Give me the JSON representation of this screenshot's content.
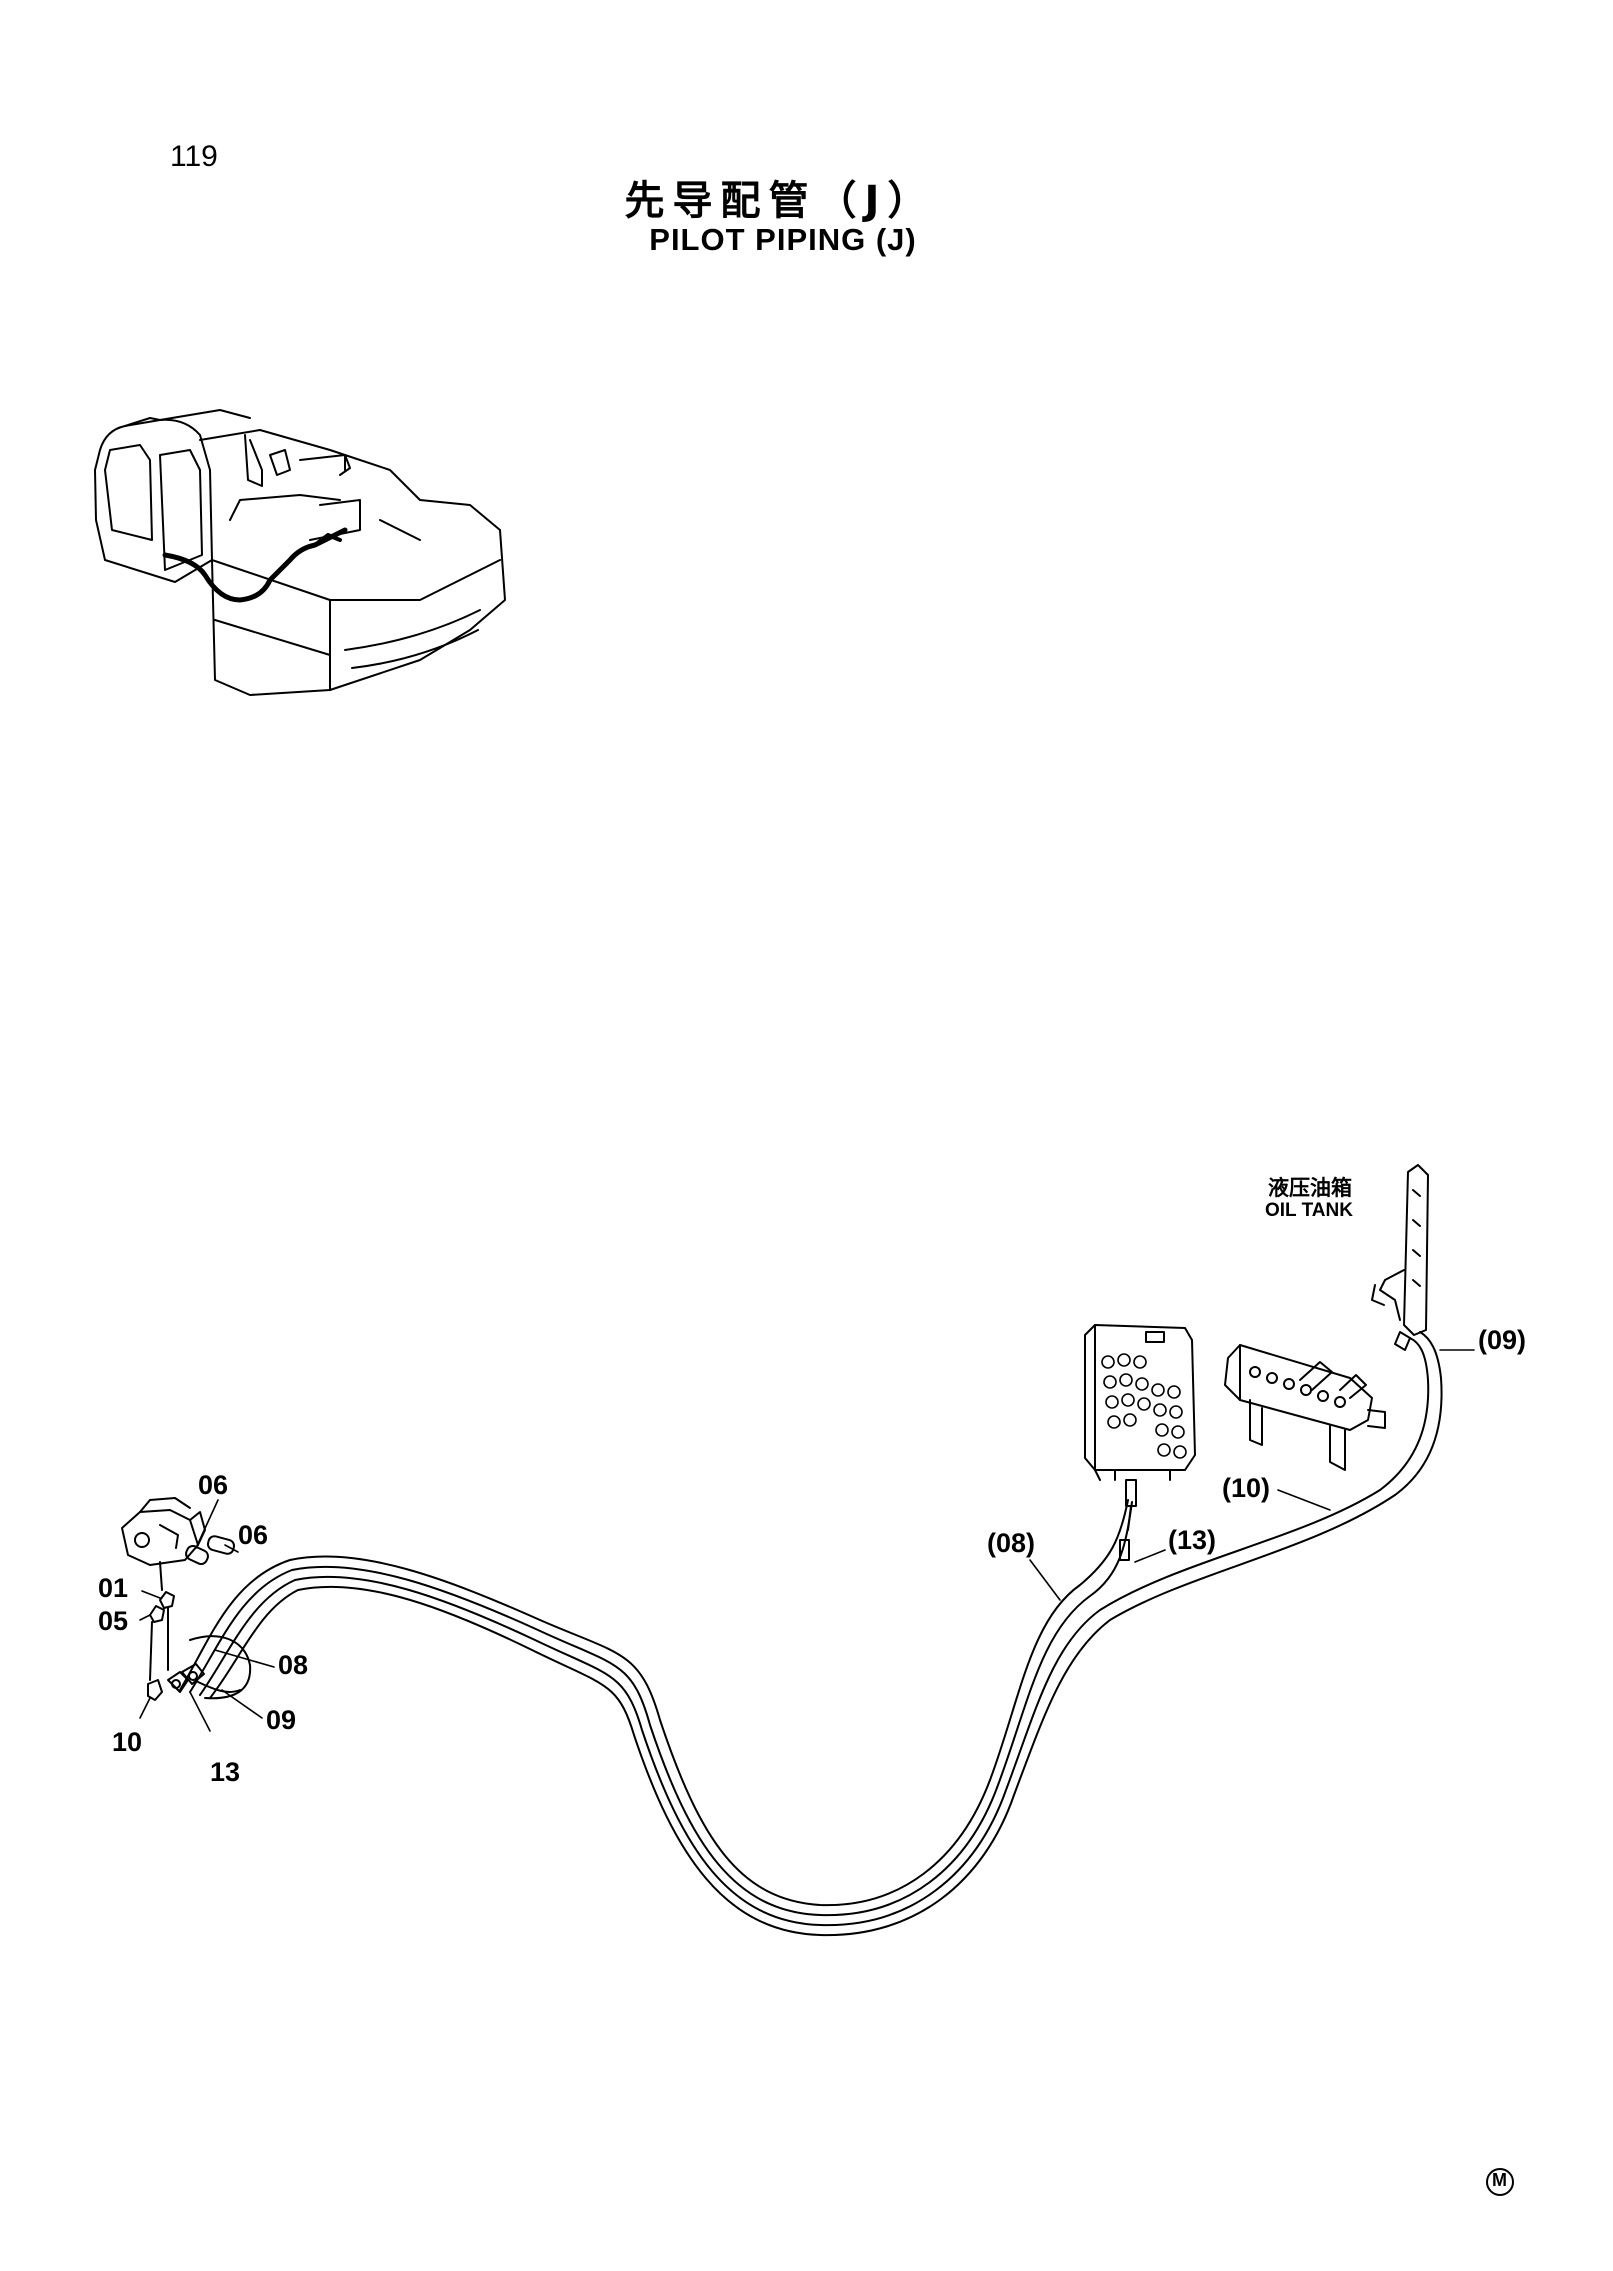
{
  "page": {
    "number": "119",
    "title_cn": "先导配管（J）",
    "title_en": "PILOT PIPING (J)"
  },
  "labels": {
    "oil_tank_cn": "液压油箱",
    "oil_tank_en": "OIL TANK",
    "mark": "M"
  },
  "callouts": {
    "c06a": "06",
    "c06b": "06",
    "c01": "01",
    "c05": "05",
    "c08": "08",
    "c09": "09",
    "c10": "10",
    "c13": "13",
    "p08": "(08)",
    "p13": "(13)",
    "p10": "(10)",
    "p09": "(09)"
  }
}
